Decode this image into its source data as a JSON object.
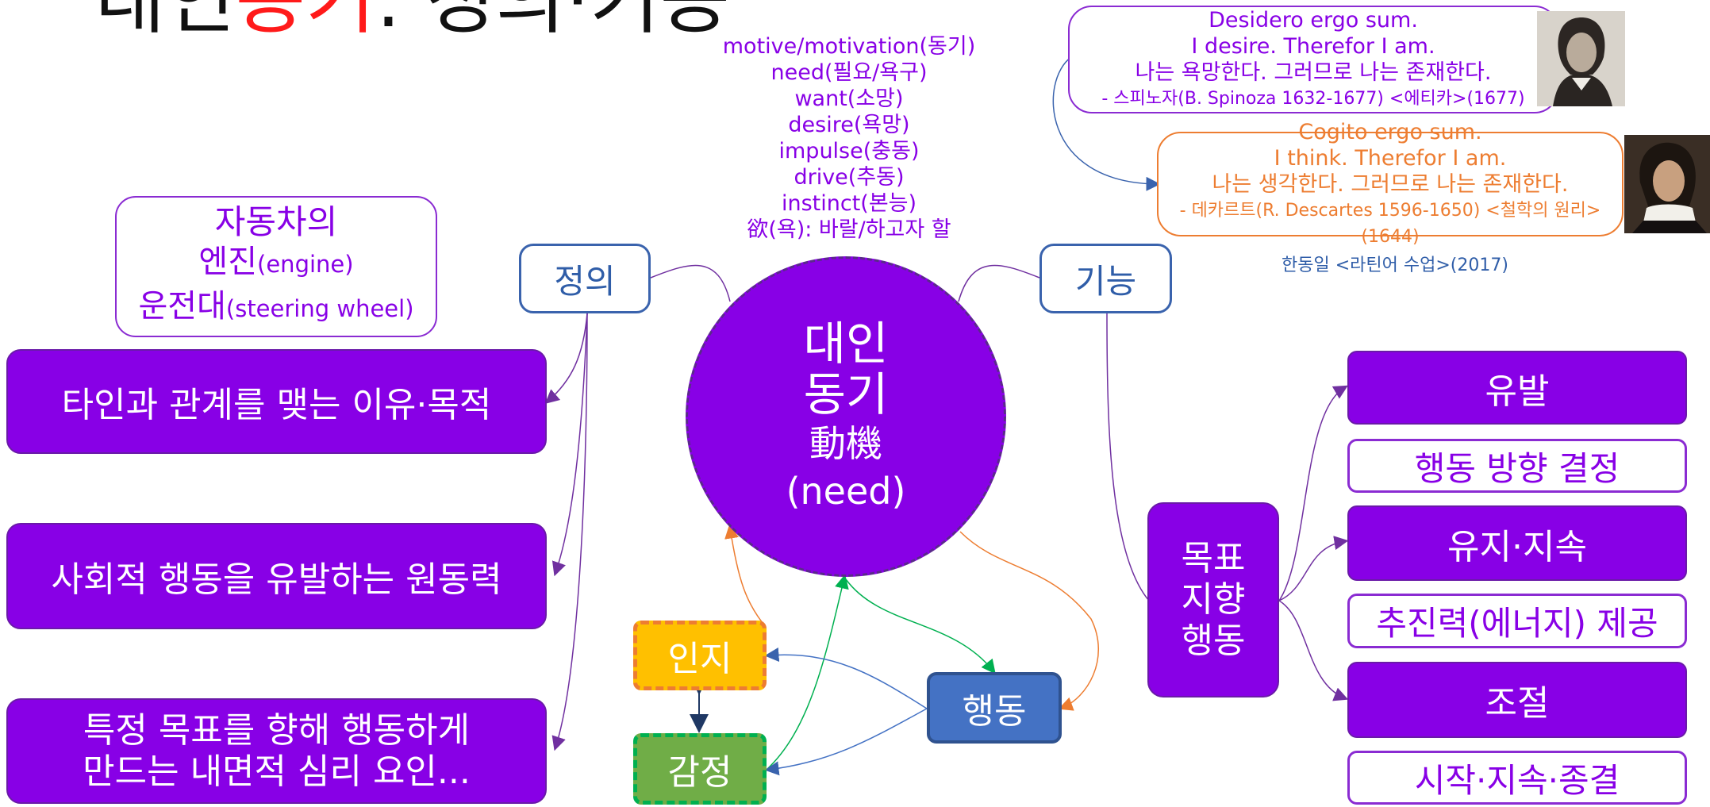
{
  "title": {
    "part1": "대인",
    "part2_red": "동기",
    "part3": ": 정의·기능"
  },
  "terms": [
    "motive/motivation(동기)",
    "need(필요/욕구)",
    "want(소망)",
    "desire(욕망)",
    "impulse(충동)",
    "drive(추동)",
    "instinct(본능)",
    "欲(욕): 바랄/하고자 할"
  ],
  "quote_spinoza": {
    "latin": "Desidero ergo sum.",
    "english": "I desire. Therefor I am.",
    "korean": "나는 욕망한다. 그러므로 나는 존재한다.",
    "source_prefix": "- 스피노자",
    "source_detail": "(B. Spinoza 1632-1677) <에티카>(1677)"
  },
  "quote_descartes": {
    "latin": "Cogito ergo sum.",
    "english": "I think. Therefor I am.",
    "korean": "나는 생각한다. 그러므로 나는 존재한다.",
    "source_prefix": "- 데카르트",
    "source_detail": "(R. Descartes 1596-1650) <철학의 원리>(1644)"
  },
  "citation": "한동일 <라틴어 수업>(2017)",
  "analogy": {
    "line1": "자동차의",
    "line2_main": "엔진",
    "line2_sub": "(engine)",
    "line3_main": "운전대",
    "line3_sub": "(steering wheel)"
  },
  "definition_label": "정의",
  "function_label": "기능",
  "definitions": [
    "타인과 관계를 맺는 이유·목적",
    "사회적 행동을 유발하는 원동력",
    "특정 목표를 향해 행동하게",
    "만드는 내면적 심리 요인..."
  ],
  "center": {
    "line1": "대인",
    "line2": "동기",
    "line3": "動機",
    "line4": "(need)"
  },
  "cognition": "인지",
  "emotion": "감정",
  "behavior": "행동",
  "goal": {
    "line1": "목표",
    "line2": "지향",
    "line3": "행동"
  },
  "functions": [
    {
      "main": "유발",
      "desc": "행동 방향 결정"
    },
    {
      "main": "유지·지속",
      "desc": "추진력(에너지) 제공"
    },
    {
      "main": "조절",
      "desc": "시작·지속·종결"
    }
  ],
  "colors": {
    "purple": "#8800e6",
    "blue": "#3a63ad",
    "orange": "#ed7d31",
    "green": "#70ad47",
    "gold": "#ffc000",
    "red": "#ff1a1a"
  }
}
